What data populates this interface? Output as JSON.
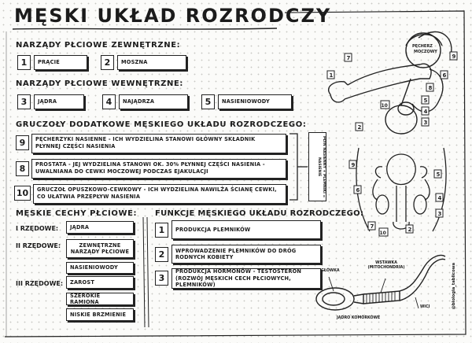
{
  "title": "MĘSKI UKŁAD ROZRODCZY",
  "external": {
    "heading": "NARZĄDY PŁCIOWE ZEWNĘTRZNE:",
    "items": [
      {
        "num": "1",
        "label": "PRĄCIE"
      },
      {
        "num": "2",
        "label": "MOSZNA"
      }
    ]
  },
  "internal": {
    "heading": "NARZĄDY PŁCIOWE WEWNĘTRZNE:",
    "items": [
      {
        "num": "3",
        "label": "JĄDRA"
      },
      {
        "num": "4",
        "label": "NAJĄDRZA"
      },
      {
        "num": "5",
        "label": "NASIENIOWODY"
      }
    ]
  },
  "glands": {
    "heading": "GRUCZOŁY DODATKOWE MĘSKIEGO UKŁADU ROZRODCZEGO:",
    "items": [
      {
        "num": "9",
        "text": "PĘCHERZYKI NASIENNE - ICH WYDZIELINA STANOWI GŁÓWNY SKŁADNIK PŁYNNEJ CZĘŚCI NASIENIA"
      },
      {
        "num": "8",
        "text": "PROSTATA - JEJ WYDZIELINA STANOWI OK. 30% PŁYNNEJ CZĘŚCI NASIENIA - UWALNIANA DO CEWKI MOCZOWEJ PODCZAS EJAKULACJI"
      },
      {
        "num": "10",
        "text": "GRUCZOŁ OPUSZKOWO-CEWKOWY - ICH WYDZIELINA NAWILŻA ŚCIANĘ CEWKI, CO UŁATWIA PRZEPŁYW NASIENIA"
      }
    ],
    "side_note": "PŁYN NASIENNY + PLEMNIKI = NASIENIE"
  },
  "traits": {
    "heading": "MĘSKIE CECHY PŁCIOWE:",
    "primary_label": "I RZĘDOWE:",
    "primary": [
      "JĄDRA"
    ],
    "secondary_label": "II RZĘDOWE:",
    "secondary": [
      "ZEWNĘTRZNE NARZĄDY PŁCIOWE",
      "NASIENIOWODY"
    ],
    "tertiary_label": "III RZĘDOWE:",
    "tertiary": [
      "ZAROST",
      "SZEROKIE RAMIONA",
      "NISKIE BRZMIENIE"
    ]
  },
  "functions": {
    "heading": "FUNKCJE MĘSKIEGO UKŁADU ROZRODCZEGO:",
    "items": [
      {
        "num": "1",
        "text": "PRODUKCJA PLEMNIKÓW"
      },
      {
        "num": "2",
        "text": "WPROWADZENIE PLEMNIKÓW DO DRÓG RODNYCH KOBIETY"
      },
      {
        "num": "3",
        "text": "PRODUKCJA HORMONÓW - TESTOSTERON (ROZWÓJ MĘSKICH CECH PŁCIOWYCH, PLEMNIKÓW)"
      }
    ]
  },
  "diagram_labels": {
    "bladder": "PĘCHERZ MOCZOWY",
    "head": "GŁÓWKA",
    "midpiece": "WSTAWKA (MITOCHONDRIA)",
    "tail": "WICI",
    "nucleus": "JĄDRO KOMÓRKOWE",
    "numbers_top": [
      "7",
      "1",
      "9",
      "6",
      "8",
      "5",
      "4",
      "3",
      "2",
      "10"
    ],
    "numbers_bottom": [
      "9",
      "6",
      "5",
      "4",
      "3",
      "2",
      "7",
      "10"
    ]
  },
  "credit": "@biologia_tablicowa"
}
